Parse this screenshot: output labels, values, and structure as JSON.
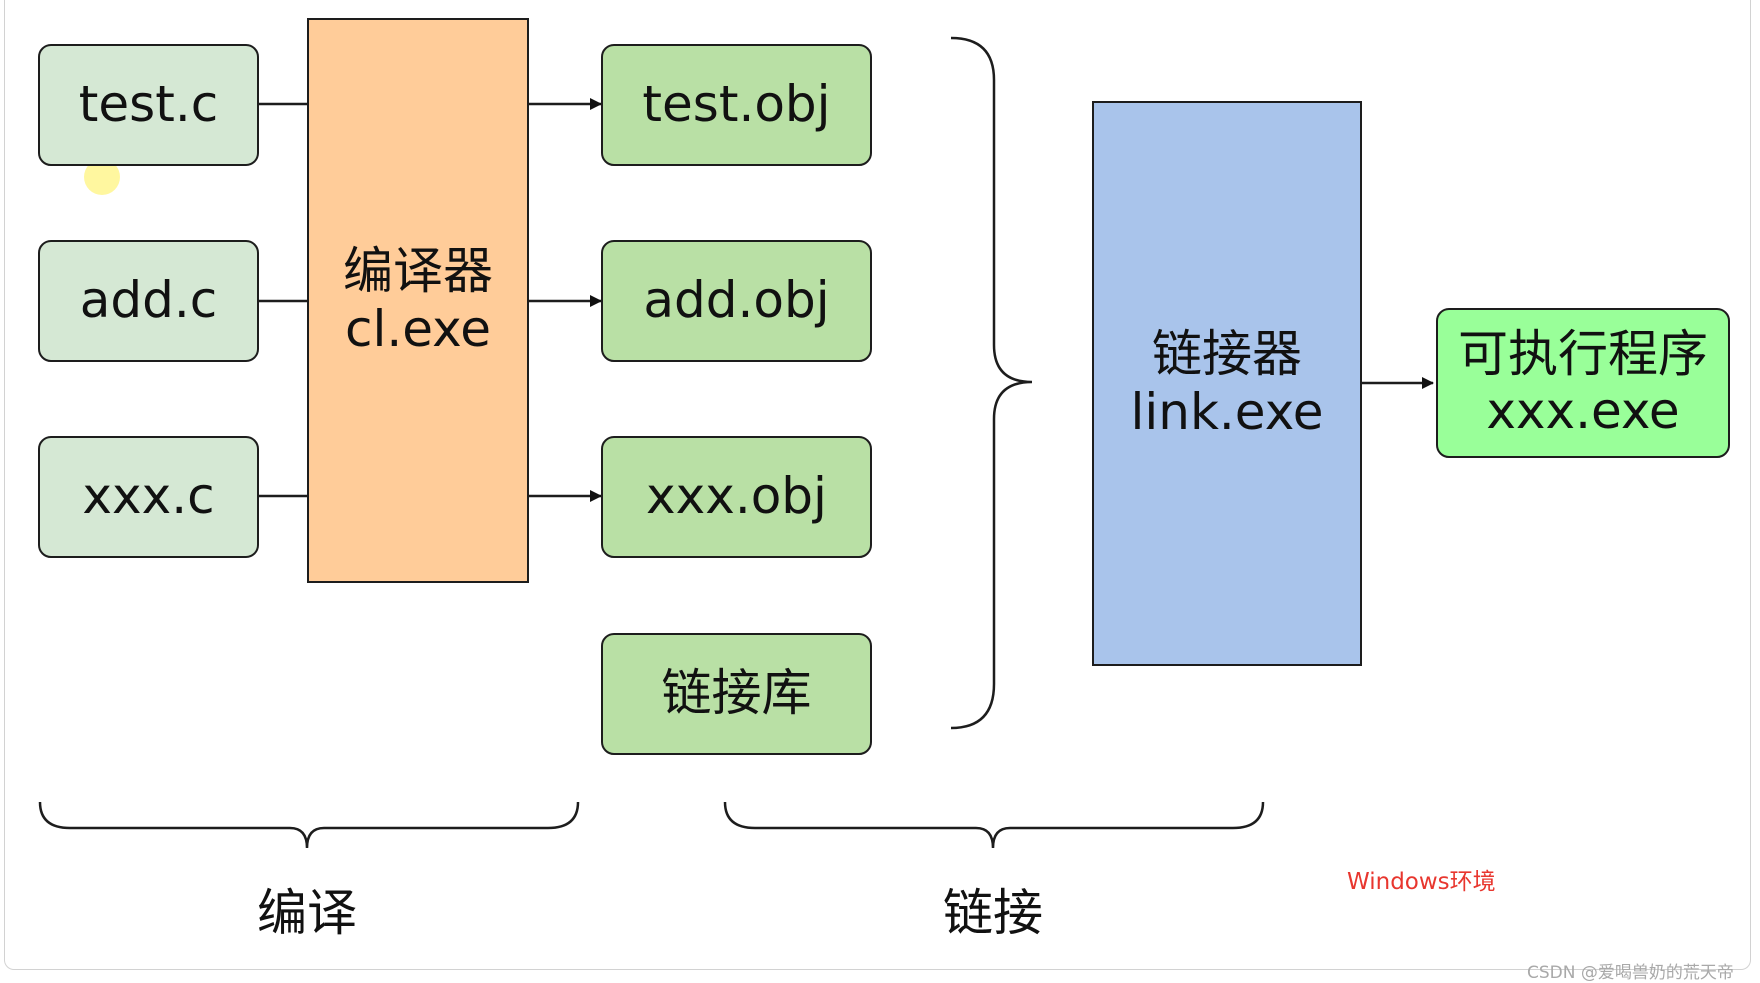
{
  "sources": [
    {
      "label": "test.c"
    },
    {
      "label": "add.c"
    },
    {
      "label": "xxx.c"
    }
  ],
  "compiler": {
    "name": "编译器",
    "exe": "cl.exe"
  },
  "objects": [
    {
      "label": "test.obj"
    },
    {
      "label": "add.obj"
    },
    {
      "label": "xxx.obj"
    },
    {
      "label": "链接库"
    }
  ],
  "linker": {
    "name": "链接器",
    "exe": "link.exe"
  },
  "output": {
    "name": "可执行程序",
    "exe": "xxx.exe"
  },
  "stages": {
    "compile": "编译",
    "link": "链接"
  },
  "environment_note": "Windows环境",
  "watermark": "CSDN @爱喝兽奶的荒天帝",
  "colors": {
    "source_fill": "#d5e8d4",
    "object_fill": "#b9e0a5",
    "compiler_fill": "#ffcc99",
    "linker_fill": "#a9c4eb",
    "output_fill": "#99ff99",
    "note_text": "#e8362e"
  }
}
